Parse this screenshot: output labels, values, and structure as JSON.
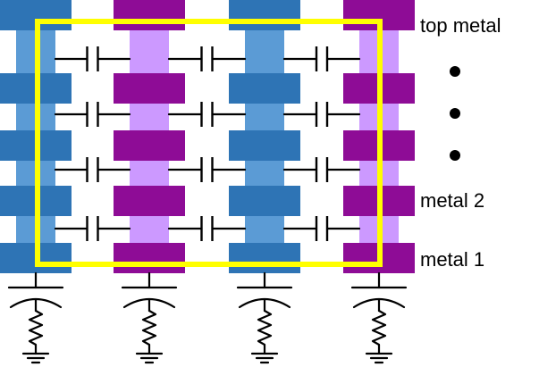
{
  "labels": {
    "top": "top metal",
    "m2": "metal 2",
    "m1": "metal 1"
  },
  "colors": {
    "blue_dark": "#2E74B5",
    "blue_light": "#5B9BD5",
    "purple_dark": "#8E0C96",
    "purple_light": "#CC99FF",
    "highlight": "#FFFF00"
  }
}
